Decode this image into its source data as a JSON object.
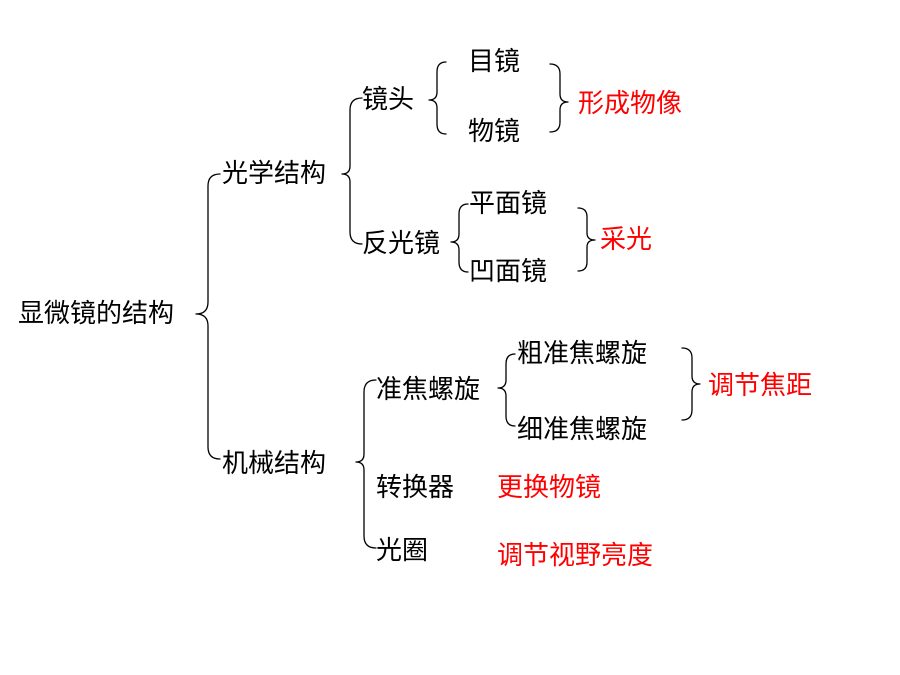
{
  "root": "显微镜的结构",
  "optical": {
    "label": "光学结构",
    "lens_group": {
      "label": "镜头",
      "items": [
        "目镜",
        "物镜"
      ],
      "function": "形成物像"
    },
    "reflector_group": {
      "label": "反光镜",
      "items": [
        "平面镜",
        "凹面镜"
      ],
      "function": "采光"
    }
  },
  "mechanical": {
    "label": "机械结构",
    "focus_group": {
      "label": "准焦螺旋",
      "items": [
        "粗准焦螺旋",
        "细准焦螺旋"
      ],
      "function": "调节焦距"
    },
    "converter": {
      "label": "转换器",
      "function": "更换物镜"
    },
    "diaphragm": {
      "label": "光圈",
      "function": "调节视野亮度"
    }
  },
  "colors": {
    "text": "#000000",
    "function_text": "#ff0000",
    "background": "#ffffff"
  }
}
